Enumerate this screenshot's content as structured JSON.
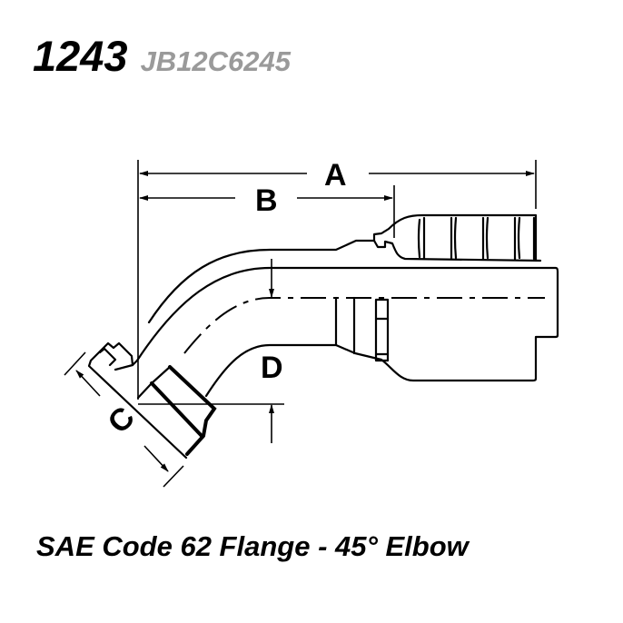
{
  "header": {
    "part_number": "1243",
    "part_code": "JB12C6245"
  },
  "drawing": {
    "dimension_labels": {
      "a": "A",
      "b": "B",
      "c": "C",
      "d": "D"
    }
  },
  "caption": "SAE Code 62 Flange - 45° Elbow",
  "colors": {
    "part_number": "#000000",
    "part_code": "#9a9a9a",
    "line": "#000000"
  }
}
